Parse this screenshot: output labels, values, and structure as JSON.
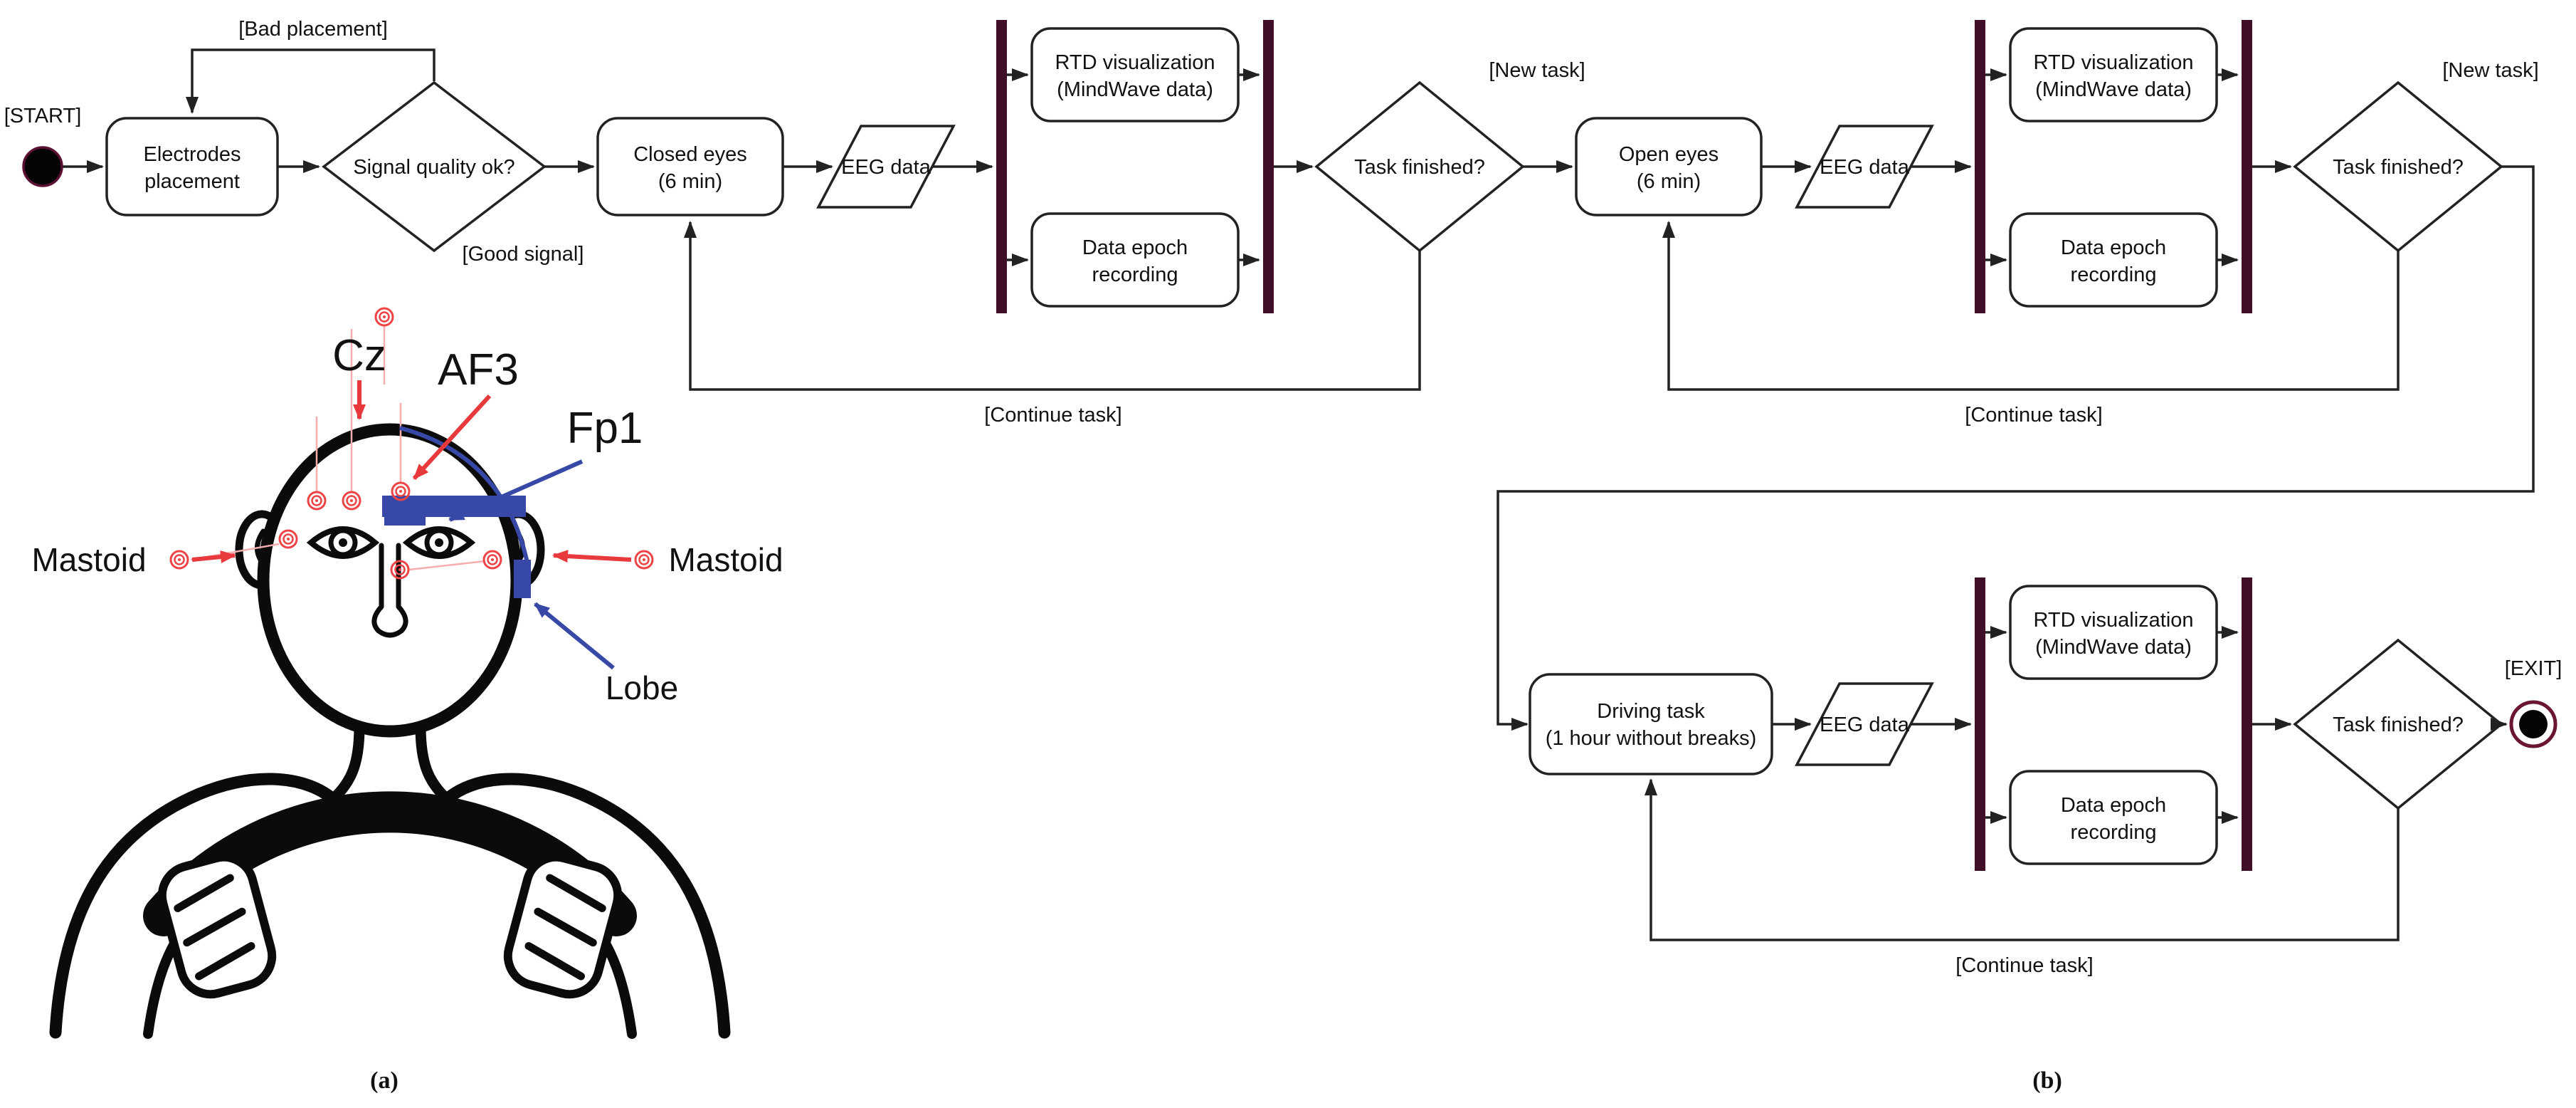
{
  "colors": {
    "fork_join_bar": "#400e26",
    "flow_line": "#222222",
    "annotation_red": "#e8393d",
    "annotation_blue": "#3748a6",
    "electrode_red": "#ee4446",
    "wire_pink": "#f5aeb0",
    "background": "#ffffff"
  },
  "captions": {
    "a": "(a)",
    "b": "(b)"
  },
  "head": {
    "cz": "Cz",
    "af3": "AF3",
    "fp1": "Fp1",
    "mastoid_left": "Mastoid",
    "mastoid_right": "Mastoid",
    "lobe": "Lobe"
  },
  "flow": {
    "start": "[START]",
    "exit": "[EXIT]",
    "bad_placement": "[Bad placement]",
    "good_signal": "[Good signal]",
    "new_task": "[New task]",
    "continue_task": "[Continue task]",
    "electrodes": {
      "l1": "Electrodes",
      "l2": "placement"
    },
    "signal_quality": "Signal quality ok?",
    "closed_eyes": {
      "l1": "Closed eyes",
      "l2": "(6 min)"
    },
    "open_eyes": {
      "l1": "Open eyes",
      "l2": "(6 min)"
    },
    "driving": {
      "l1": "Driving task",
      "l2": "(1 hour without breaks)"
    },
    "eeg": "EEG data",
    "rtd": {
      "l1": "RTD visualization",
      "l2": "(MindWave data)"
    },
    "epoch": {
      "l1": "Data epoch",
      "l2": "recording"
    },
    "task_finished": "Task finished?"
  }
}
